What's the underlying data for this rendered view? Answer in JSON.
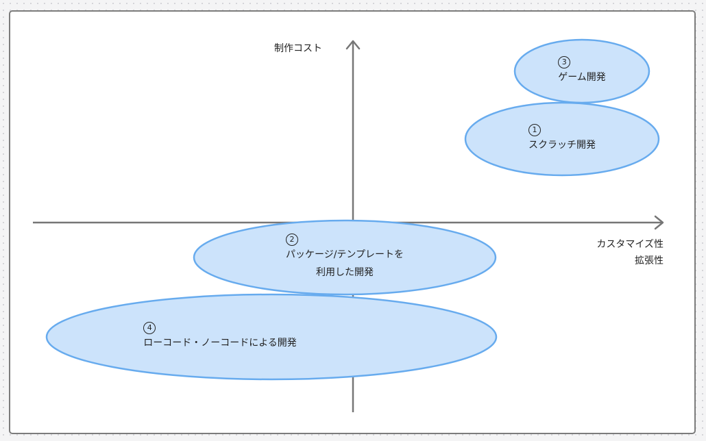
{
  "axes": {
    "y_label": "制作コスト",
    "x_label_line1": "カスタマイズ性",
    "x_label_line2": "拡張性"
  },
  "items": [
    {
      "number": "3",
      "line1": "ゲーム開発",
      "line2": ""
    },
    {
      "number": "1",
      "line1": "スクラッチ開発",
      "line2": ""
    },
    {
      "number": "2",
      "line1": "パッケージ/テンプレートを",
      "line2": "利用した開発"
    },
    {
      "number": "4",
      "line1": "ローコード・ノーコードによる開発",
      "line2": ""
    }
  ],
  "colors": {
    "ellipse_fill": "#cce3fb",
    "ellipse_stroke": "#67abee",
    "axis": "#767676"
  }
}
